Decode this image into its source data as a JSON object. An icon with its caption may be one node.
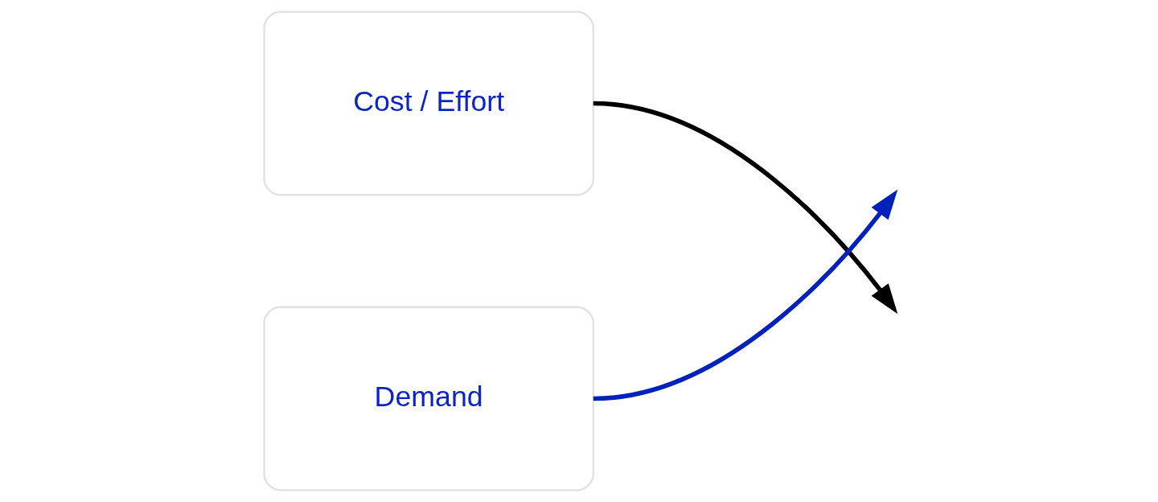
{
  "diagram": {
    "nodes": [
      {
        "text": [
          "Cost / Effort"
        ]
      },
      {
        "text": [
          "Demand"
        ]
      }
    ],
    "edges": [
      {
        "from": 0,
        "to": null,
        "arrow": "to",
        "color": "#000000"
      },
      {
        "from": 1,
        "to": null,
        "arrow": "to",
        "color": "#0022bb"
      }
    ]
  }
}
